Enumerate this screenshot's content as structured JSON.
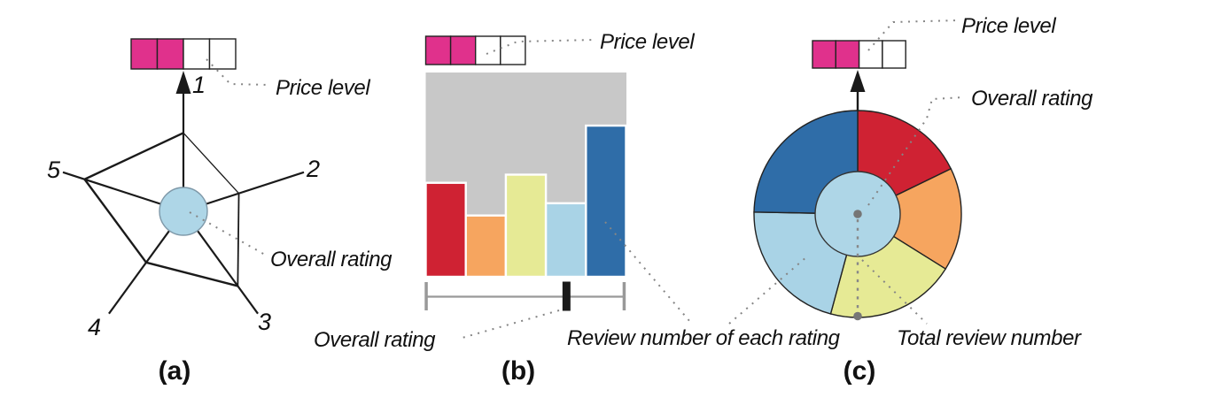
{
  "panels": {
    "a": {
      "caption": "(a)",
      "price_level_label": "Price level",
      "overall_rating_label": "Overall rating",
      "axis_ticks": [
        "1",
        "2",
        "3",
        "4",
        "5"
      ]
    },
    "b": {
      "caption": "(b)",
      "price_level_label": "Price level",
      "overall_rating_label": "Overall rating",
      "review_number_label": "Review number of each rating"
    },
    "c": {
      "caption": "(c)",
      "price_level_label": "Price level",
      "overall_rating_label": "Overall rating",
      "total_review_label": "Total review number"
    }
  },
  "colors": {
    "price_pink": "#e0318c",
    "rating_palette": [
      "#cf2233",
      "#f6a55f",
      "#e6ea95",
      "#a9d3e6",
      "#2f6da8"
    ],
    "plot_bg": "#c8c8c8",
    "center_fill": "#aed6e7",
    "slider_gray": "#999999",
    "connector_gray": "#858585",
    "marker_dot_gray": "#767676",
    "ink": "#1a1a1a"
  },
  "chart_data": [
    {
      "id": "a",
      "type": "radar",
      "caption": "(a)",
      "categories": [
        "1",
        "2",
        "3",
        "4",
        "5"
      ],
      "values": [
        0.62,
        0.46,
        0.73,
        0.5,
        0.82
      ],
      "value_range": [
        0,
        1
      ],
      "price_level": {
        "filled": 2,
        "total": 4
      },
      "annotations": [
        "Price level",
        "Overall rating"
      ]
    },
    {
      "id": "b",
      "type": "bar",
      "caption": "(b)",
      "categories": [
        "1",
        "2",
        "3",
        "4",
        "5"
      ],
      "values": [
        0.46,
        0.3,
        0.5,
        0.36,
        0.74
      ],
      "value_range": [
        0,
        1
      ],
      "overall_rating_fraction": 0.71,
      "price_level": {
        "filled": 2,
        "total": 4
      },
      "annotations": [
        "Price level",
        "Overall rating",
        "Review number of each rating"
      ]
    },
    {
      "id": "c",
      "type": "pie",
      "caption": "(c)",
      "categories": [
        "1",
        "2",
        "3",
        "4",
        "5"
      ],
      "fractions": [
        0.178,
        0.161,
        0.203,
        0.211,
        0.247
      ],
      "rotation": "starts at 12 o'clock, clockwise",
      "price_level": {
        "filled": 2,
        "total": 4
      },
      "annotations": [
        "Price level",
        "Overall rating",
        "Total review number"
      ]
    }
  ]
}
